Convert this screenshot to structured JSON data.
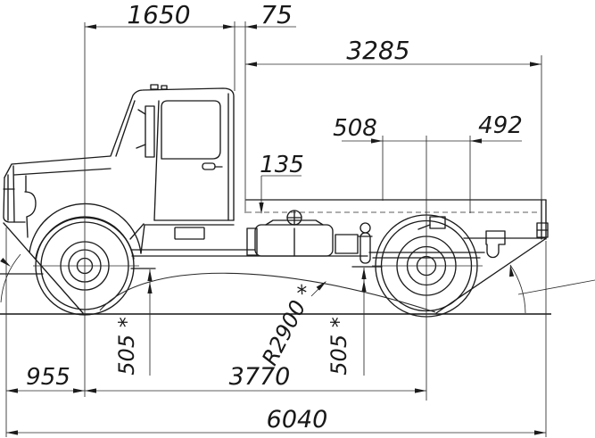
{
  "drawing": {
    "dims": {
      "d1650": "1650",
      "d75": "75",
      "d3285": "3285",
      "d508": "508",
      "d492": "492",
      "d135": "135",
      "d955": "955",
      "d3770": "3770",
      "d6040": "6040",
      "d505_front": "505 *",
      "d505_rear": "505 *",
      "r2900": "R2900 *"
    }
  }
}
